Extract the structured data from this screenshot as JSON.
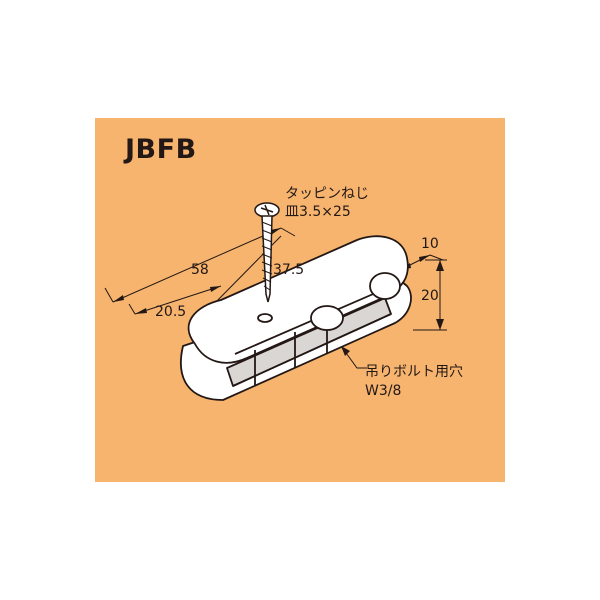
{
  "title": "JBFB",
  "screw": {
    "name": "タッピンねじ",
    "spec": "皿3.5×25"
  },
  "dimensions": {
    "total_length": "58",
    "screw_offset": "37.5",
    "end_offset": "20.5",
    "width": "10",
    "height": "20"
  },
  "bolt_hole": {
    "name": "吊りボルト用穴",
    "size": "W3/8"
  },
  "colors": {
    "background": "#f6b46e",
    "line": "#231815",
    "part_fill": "#ffffff",
    "part_shade": "#d9d6d3"
  }
}
